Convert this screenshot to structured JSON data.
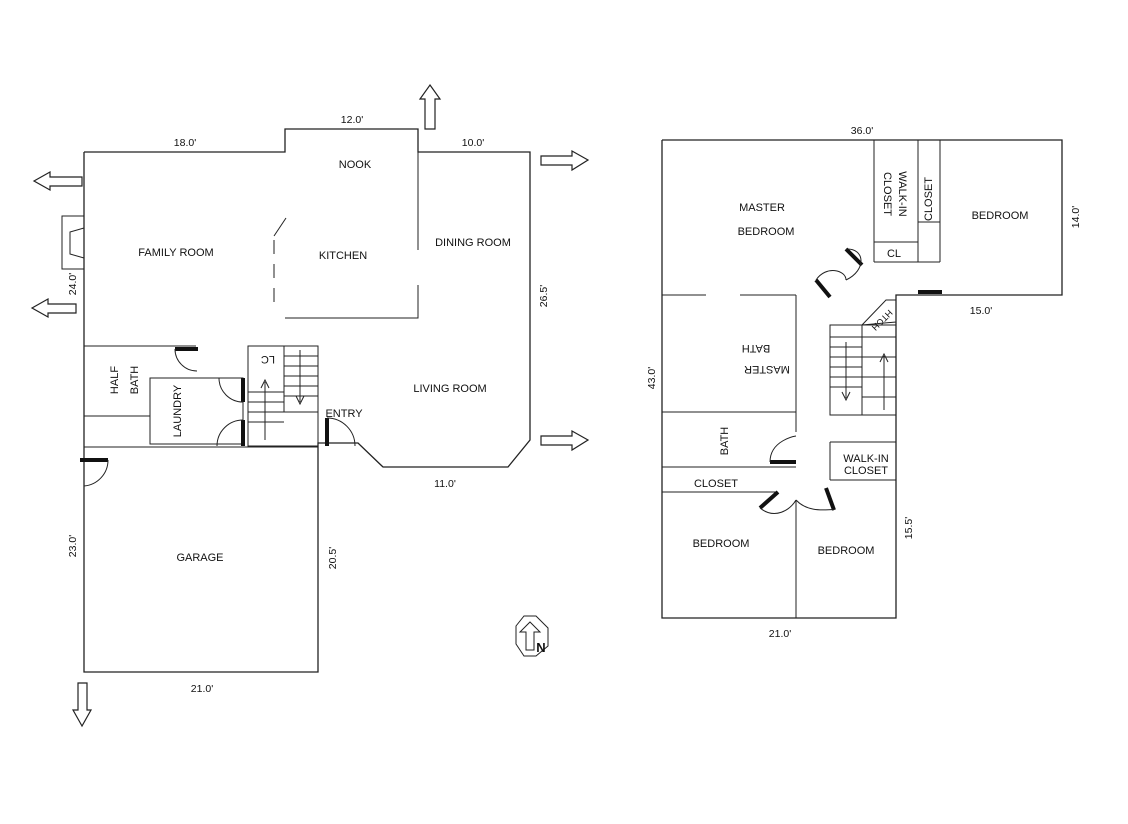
{
  "floor1": {
    "rooms": {
      "family_room": "FAMILY ROOM",
      "nook": "NOOK",
      "kitchen": "KITCHEN",
      "dining_room": "DINING ROOM",
      "living_room": "LIVING ROOM",
      "entry": "ENTRY",
      "half": "HALF",
      "bath": "BATH",
      "laundry": "LAUNDRY",
      "lc": "LC",
      "garage": "GARAGE"
    },
    "dimensions": {
      "top_left": "18.0'",
      "nook_top": "12.0'",
      "top_right": "10.0'",
      "left": "24.0'",
      "right": "26.5'",
      "bottom_living": "11.0'",
      "garage_left": "23.0'",
      "garage_right": "20.5'",
      "garage_bottom": "21.0'"
    }
  },
  "floor2": {
    "rooms": {
      "master_line1": "MASTER",
      "master_line2": "BEDROOM",
      "walkin_line1": "WALK-IN",
      "walkin_line2": "CLOSET",
      "closet": "CLOSET",
      "cl": "CL",
      "bedroom_right": "BEDROOM",
      "master_bath_line1": "MASTER",
      "master_bath_line2": "BATH",
      "htch": "HTCH",
      "bath": "BATH",
      "walkin2_line1": "WALK-IN",
      "walkin2_line2": "CLOSET",
      "closet_lower": "CLOSET",
      "bedroom_lower_left": "BEDROOM",
      "bedroom_lower_mid": "BEDROOM"
    },
    "dimensions": {
      "top": "36.0'",
      "right": "14.0'",
      "step": "15.0'",
      "left": "43.0'",
      "lower_right": "15.5'",
      "bottom": "21.0'"
    }
  },
  "compass_letter": "N"
}
